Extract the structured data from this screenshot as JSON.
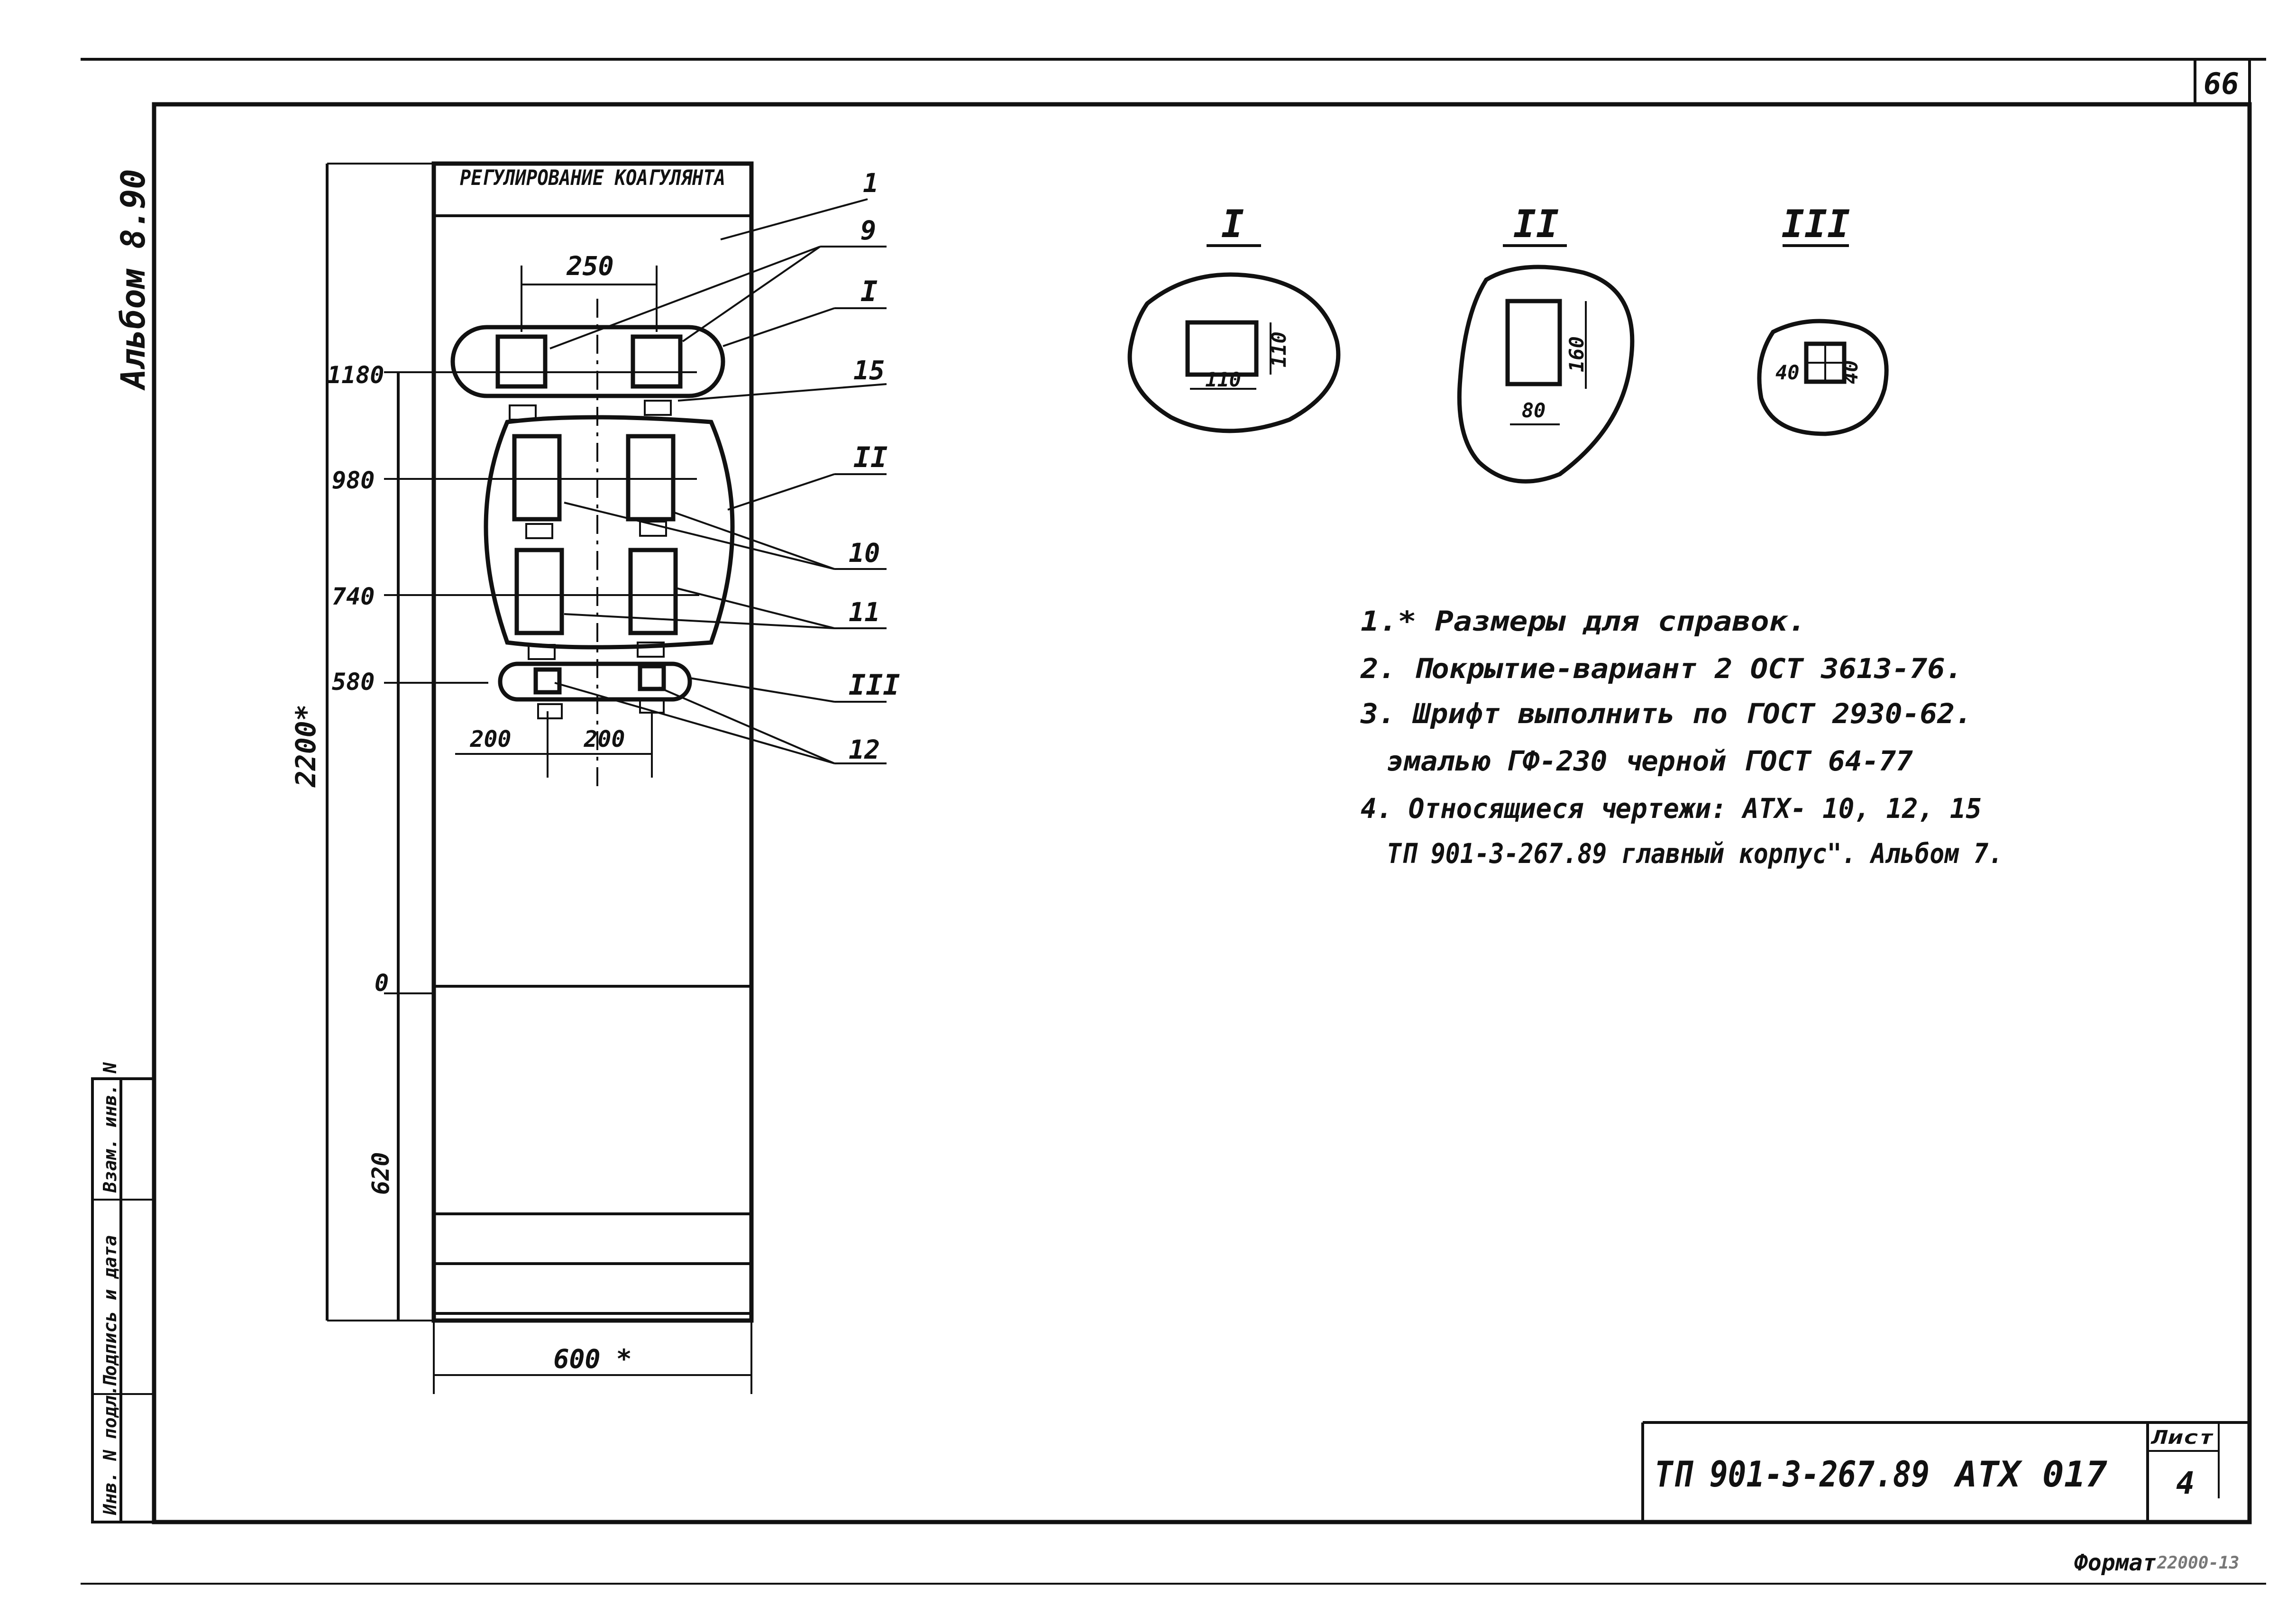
{
  "sheet_number_top": "66",
  "album_side_label": "Альбом 8.90",
  "panel_label": "РЕГУЛИРОВАНИЕ КОАГУЛЯНТА",
  "dimensions": {
    "top_width": "250",
    "level_1180": "1180",
    "level_980": "980",
    "level_740": "740",
    "level_580": "580",
    "level_0": "0",
    "bottom_height": "620",
    "total_height": "2200*",
    "width_left": "200",
    "width_right": "200",
    "panel_width": "600 *"
  },
  "callouts": [
    "1",
    "9",
    "I",
    "15",
    "II",
    "10",
    "11",
    "III",
    "12"
  ],
  "details": [
    {
      "label": "I",
      "width": "110",
      "height": "110"
    },
    {
      "label": "II",
      "width": "80",
      "height": "160"
    },
    {
      "label": "III",
      "width": "40",
      "height": "40"
    }
  ],
  "notes": [
    "1.* Размеры для справок.",
    "2. Покрытие-вариант 2 ОСТ 3613-76.",
    "3. Шрифт выполнить по ГОСТ 2930-62.",
    "эмалью ГФ-230 черной ГОСТ 64-77",
    "4. Относящиеся чертежи: АТХ- 10, 12, 15",
    "ТП 901-3-267.89 главный корпус\". Альбом 7."
  ],
  "side_stamp": [
    "Инв. N подл.",
    "Подпись и дата",
    "Взам. инв. N"
  ],
  "title_block": {
    "designation": "ТП 901-3-267.89",
    "code": "АТХ 017",
    "sheet_label": "Лист",
    "sheet_value": "4"
  },
  "format_label": "Формат",
  "format_value": "22000-13"
}
